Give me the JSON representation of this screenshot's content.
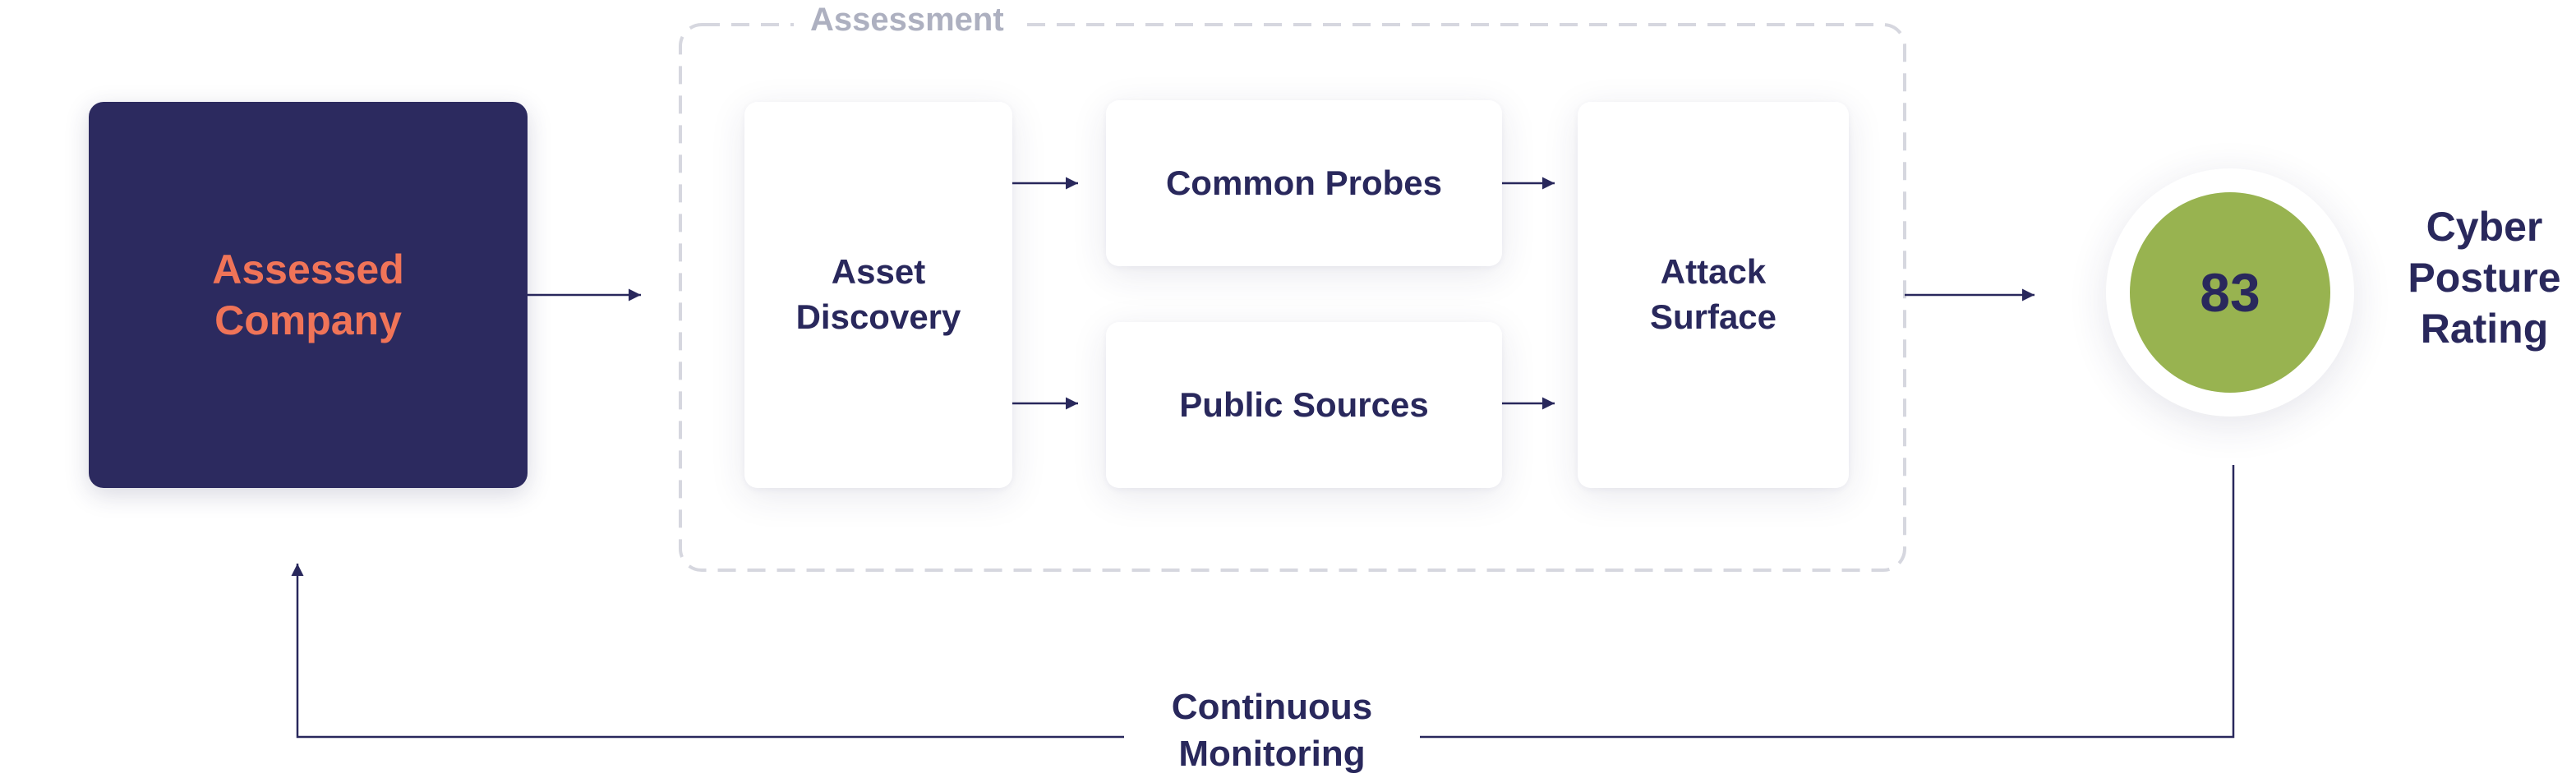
{
  "diagram": {
    "group_label": "Assessment",
    "nodes": {
      "assessed_company": {
        "line1": "Assessed",
        "line2": "Company"
      },
      "asset_discovery": {
        "line1": "Asset",
        "line2": "Discovery"
      },
      "common_probes": {
        "label": "Common Probes"
      },
      "public_sources": {
        "label": "Public Sources"
      },
      "attack_surface": {
        "line1": "Attack",
        "line2": "Surface"
      }
    },
    "rating": {
      "value": "83",
      "color": "#98b350"
    },
    "rating_label": {
      "line1": "Cyber",
      "line2": "Posture",
      "line3": "Rating"
    },
    "loop_label": {
      "line1": "Continuous",
      "line2": "Monitoring"
    }
  },
  "colors": {
    "navy": "#2c2a5f",
    "accent_orange": "#f07458",
    "dashed_border": "#d6d7df",
    "text": "#29285c"
  }
}
